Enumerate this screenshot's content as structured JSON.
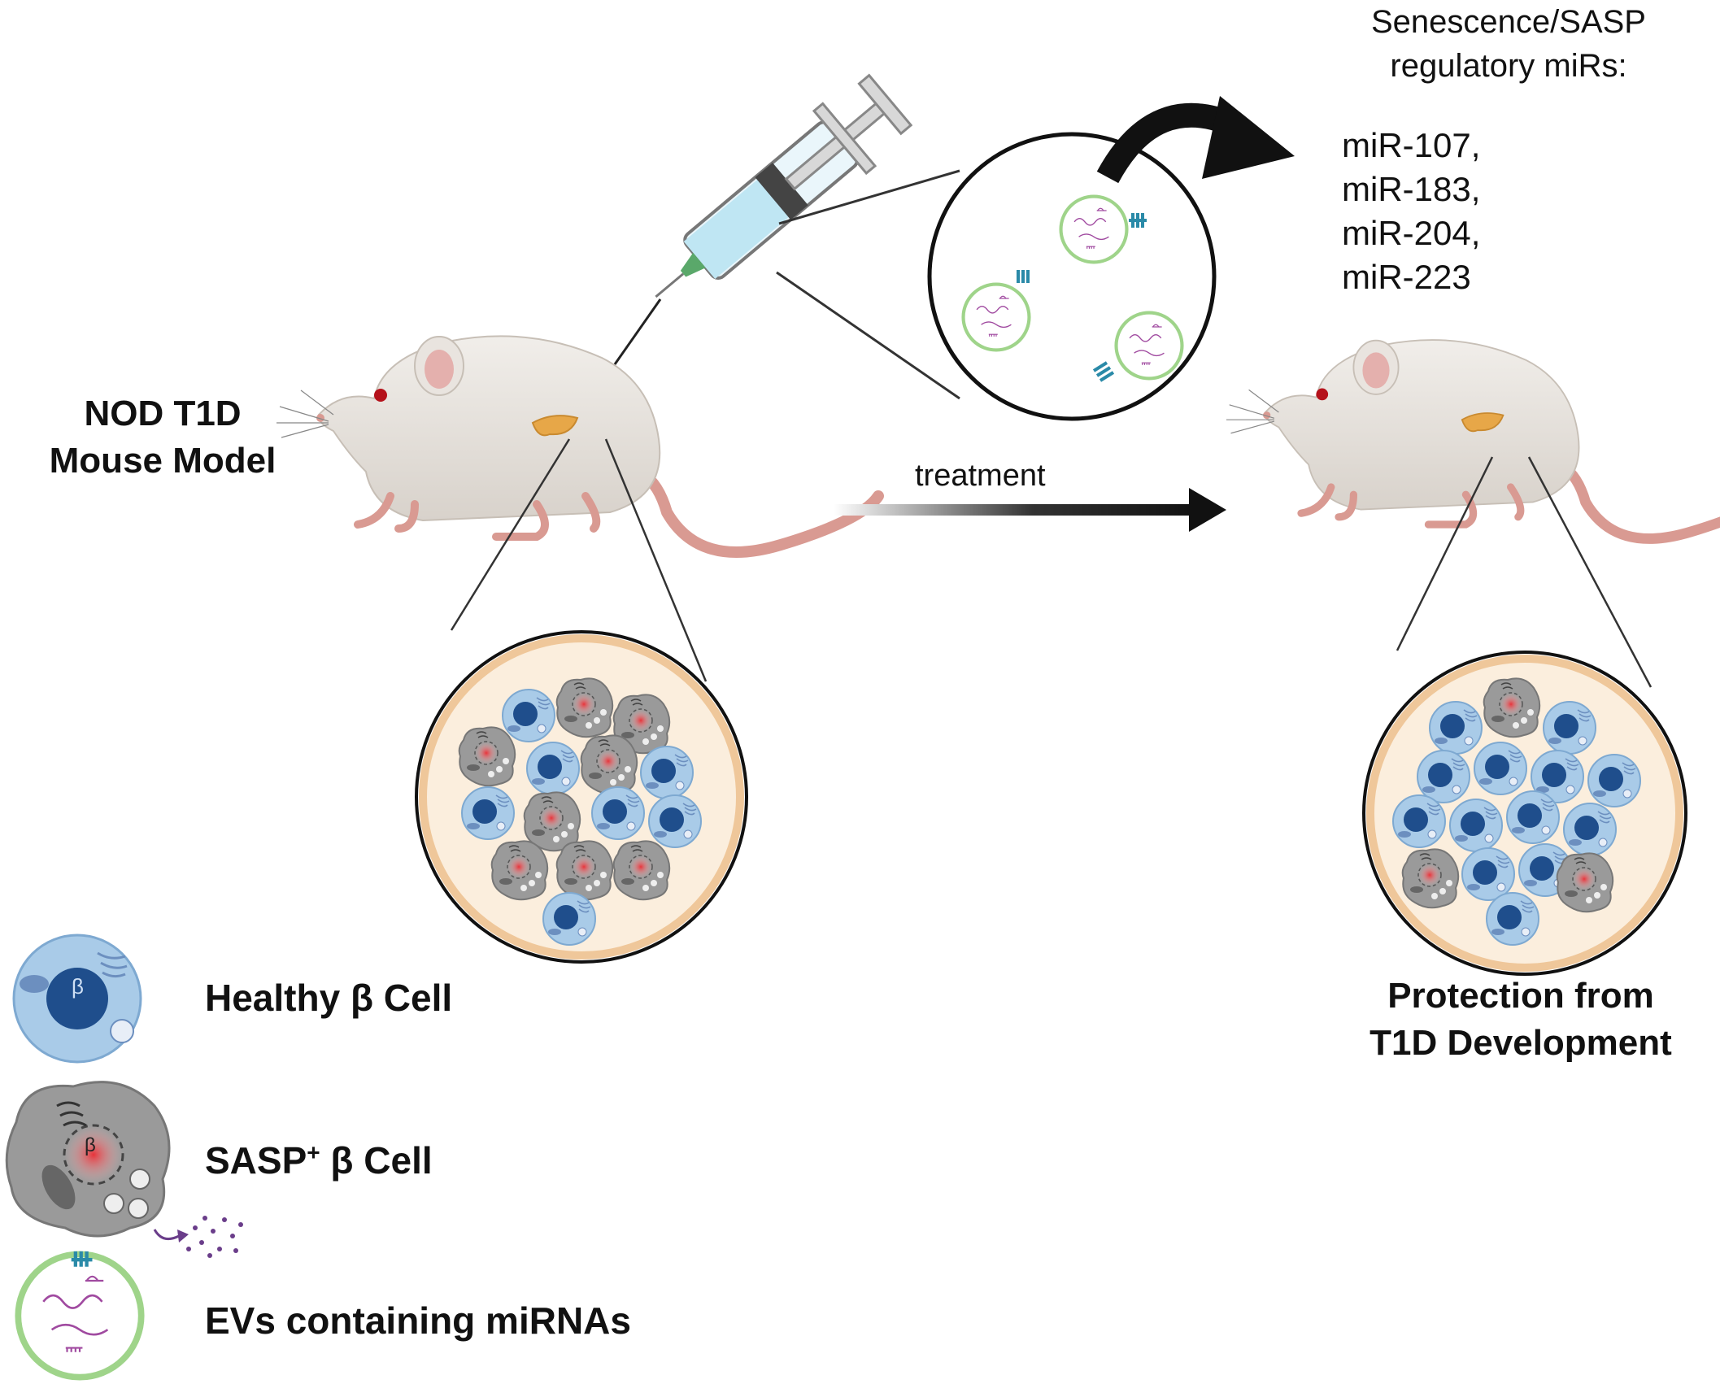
{
  "labels": {
    "mouse_model": [
      "NOD T1D",
      "Mouse Model"
    ],
    "protection": [
      "Protection from",
      "T1D Development"
    ],
    "mir_header": [
      "Senescence/SASP",
      "regulatory miRs:"
    ],
    "mir_list": [
      "miR-107,",
      "miR-183,",
      "miR-204,",
      "miR-223"
    ],
    "treatment": "treatment",
    "cell_beta_glyph": "β"
  },
  "legend": {
    "healthy": "Healthy β Cell",
    "sasp_prefix": "SASP",
    "sasp_sup": "+",
    "sasp_suffix": " β Cell",
    "ev": "EVs containing miRNAs"
  },
  "colors": {
    "mouse_body": "#e9e4df",
    "mouse_ear": "#e4b0ad",
    "tail": "#d99a92",
    "pancreas": "#e7a748",
    "healthy_cell": "#a9cbe8",
    "healthy_nucleus": "#1f4e8c",
    "sasp_cell": "#9a9a9a",
    "ev_membrane": "#9fd48a",
    "mirna": "#a04aa0",
    "receptor": "#2a8aa8",
    "islet_bg": "#fbeedd",
    "islet_rim": "#efc79a"
  }
}
